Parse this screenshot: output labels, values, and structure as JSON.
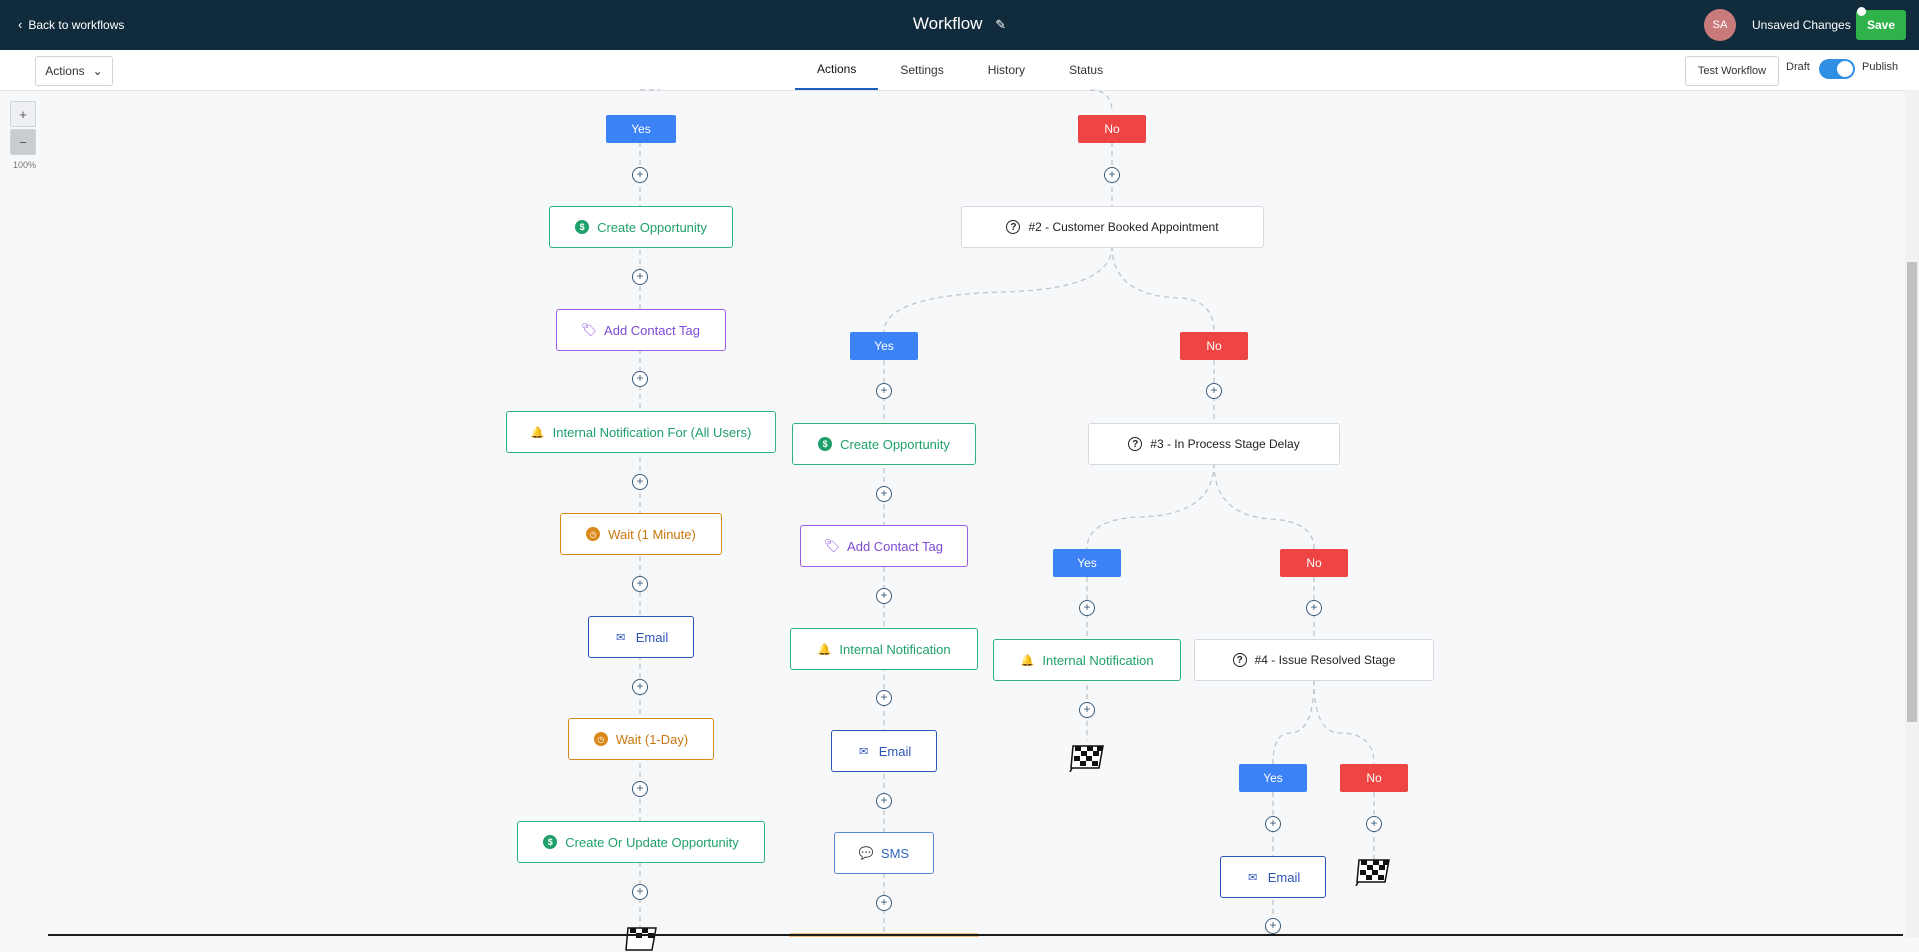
{
  "topbar": {
    "back_label": "Back to workflows",
    "title": "Workflow",
    "avatar_initials": "SA",
    "unsaved_label": "Unsaved Changes",
    "save_label": "Save"
  },
  "subbar": {
    "actions_dropdown": "Actions",
    "tabs": [
      {
        "label": "Actions",
        "active": true
      },
      {
        "label": "Settings",
        "active": false
      },
      {
        "label": "History",
        "active": false
      },
      {
        "label": "Status",
        "active": false
      }
    ],
    "test_label": "Test Workflow",
    "draft_label": "Draft",
    "publish_label": "Publish"
  },
  "zoom": {
    "in_label": "+",
    "out_label": "−",
    "level": "100%"
  },
  "flow": {
    "branch_yes": "Yes",
    "branch_no": "No",
    "col1": {
      "create_opportunity": "Create Opportunity",
      "add_contact_tag": "Add Contact Tag",
      "internal_notification_all": "Internal Notification For (All Users)",
      "wait_minute": "Wait (1 Minute)",
      "email": "Email",
      "wait_day": "Wait (1-Day)",
      "create_update_opportunity": "Create Or Update Opportunity"
    },
    "cond2": "#2 - Customer Booked Appointment",
    "col2": {
      "create_opportunity": "Create Opportunity",
      "add_contact_tag": "Add Contact Tag",
      "internal_notification": "Internal Notification",
      "email": "Email",
      "sms": "SMS"
    },
    "cond3": "#3 - In Process Stage Delay",
    "col3": {
      "internal_notification": "Internal Notification"
    },
    "cond4": "#4 - Issue Resolved Stage",
    "col4": {
      "email": "Email"
    }
  },
  "colors": {
    "topbar": "#0f2b3c",
    "yes": "#3b82f6",
    "no": "#ef4444",
    "green": "#1fa06a",
    "purple": "#9b5de5",
    "orange": "#d9891c",
    "blue": "#2c55b8",
    "save": "#2fb24a"
  }
}
